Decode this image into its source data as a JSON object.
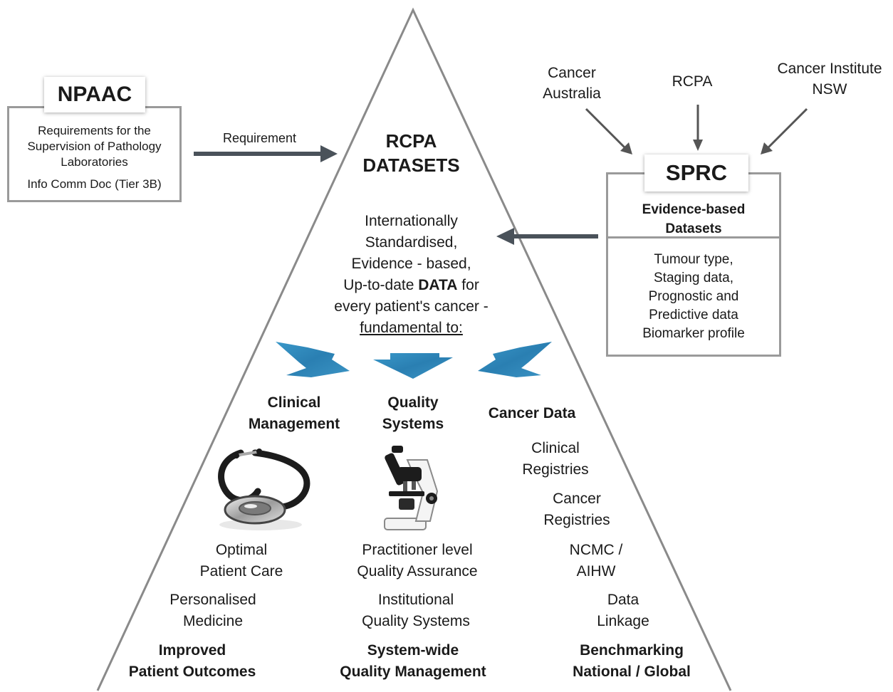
{
  "npaac": {
    "title": "NPAAC",
    "desc": "Requirements for the\nSupervision of Pathology\nLaboratories",
    "doc": "Info Comm Doc (Tier 3B)"
  },
  "requirement_label": "Requirement",
  "sources": {
    "cancer_australia": "Cancer\nAustralia",
    "rcpa": "RCPA",
    "cancer_institute": "Cancer Institute\nNSW"
  },
  "sprc": {
    "title": "SPRC",
    "subtitle": "Evidence-based\nDatasets",
    "items": "Tumour type,\nStaging data,\nPrognostic and\nPredictive data\nBiomarker profile"
  },
  "center": {
    "title": "RCPA\nDATASETS",
    "desc_pre": "Internationally\nStandardised,\nEvidence - based,\nUp-to-date ",
    "desc_bold": "DATA",
    "desc_post": " for\nevery patient's cancer  -",
    "fundamental": "fundamental to:"
  },
  "columns": {
    "clinical": {
      "heading": "Clinical\nManagement",
      "item1": "Optimal\nPatient Care",
      "item2": "Personalised\nMedicine",
      "outcome": "Improved\nPatient Outcomes"
    },
    "quality": {
      "heading": "Quality\nSystems",
      "item1": "Practitioner level\nQuality Assurance",
      "item2": "Institutional\nQuality Systems",
      "outcome": "System-wide\nQuality Management"
    },
    "cancer_data": {
      "heading": "Cancer Data",
      "item1": "Clinical\nRegistries",
      "item2": "Cancer\nRegistries",
      "item3": "NCMC /\nAIHW",
      "item4": "Data\nLinkage",
      "outcome": "Benchmarking\nNational / Global"
    }
  },
  "colors": {
    "triangle": "#8a8a8a",
    "arrow": "#4a525a",
    "down_arrows": "#2e86b8",
    "box_border": "#9a9a9a"
  },
  "icons": {
    "stethoscope": "stethoscope-icon",
    "microscope": "microscope-icon"
  }
}
